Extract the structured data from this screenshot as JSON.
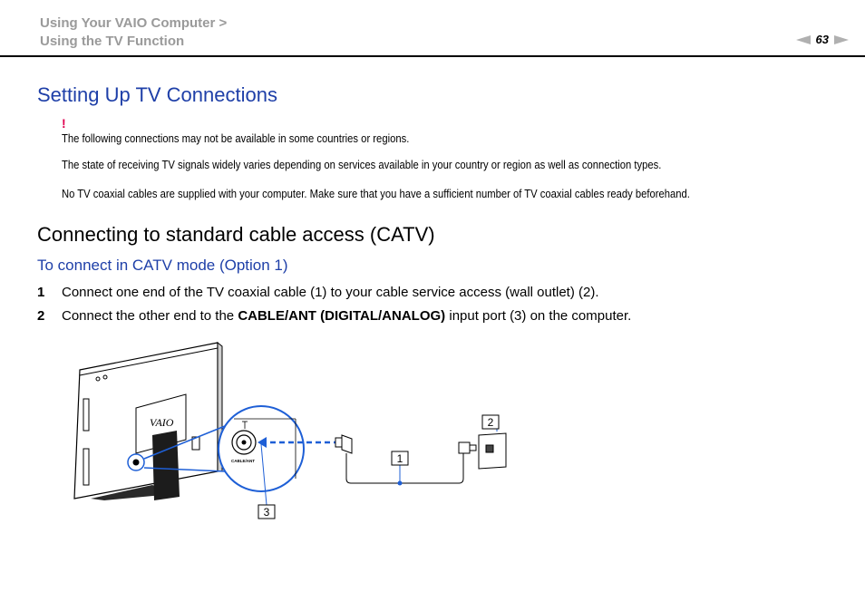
{
  "header": {
    "breadcrumb_line1": "Using Your VAIO Computer >",
    "breadcrumb_line2": "Using the TV Function",
    "page_number": "63"
  },
  "section": {
    "title": "Setting Up TV Connections",
    "warning_mark": "!",
    "notes": [
      "The following connections may not be available in some countries or regions.",
      "The state of receiving TV signals widely varies depending on services available in your country or region as well as connection types.",
      "No TV coaxial cables are supplied with your computer. Make sure that you have a sufficient number of TV coaxial cables ready beforehand."
    ]
  },
  "subsection": {
    "title": "Connecting to standard cable access (CATV)",
    "procedure_title": "To connect in CATV mode (Option 1)",
    "steps": [
      {
        "number": "1",
        "text": "Connect one end of the TV coaxial cable (1) to your cable service access (wall outlet) (2)."
      },
      {
        "number": "2",
        "text_before": "Connect the other end to the ",
        "text_bold": "CABLE/ANT (DIGITAL/ANALOG)",
        "text_after": " input port (3) on the computer."
      }
    ]
  },
  "figure": {
    "logo_text": "VAIO",
    "port_label": "CABLE/ANT",
    "callouts": [
      "1",
      "2",
      "3"
    ],
    "accent_color": "#1e5fd6"
  }
}
